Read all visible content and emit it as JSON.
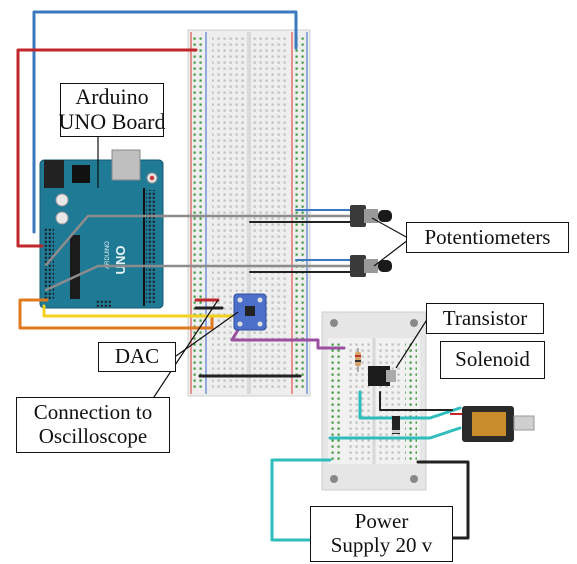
{
  "diagram": {
    "labels": {
      "arduino": [
        "Arduino",
        "UNO Board"
      ],
      "potentiometers": "Potentiometers",
      "transistor": "Transistor",
      "solenoid": "Solenoid",
      "dac": "DAC",
      "oscilloscope": [
        "Connection to",
        "Oscilloscope"
      ],
      "power_supply": [
        "Power",
        "Supply 20 v"
      ]
    },
    "board_text": {
      "arduino_logo": "UNO",
      "arduino_brand": "ARDUINO"
    },
    "colors": {
      "arduino_board": "#1f7a96",
      "breadboard": "#eeeeee",
      "breadboard_rail_red": "#d33",
      "breadboard_rail_blue": "#36c",
      "wire_red": "#c0262a",
      "wire_blue": "#3a78c0",
      "wire_grey": "#8c8c8c",
      "wire_orange": "#e07a1f",
      "wire_yellow": "#f2d21c",
      "wire_purple": "#9b4fa0",
      "wire_teal": "#2fbcbc",
      "wire_black": "#222222",
      "dac_board": "#4c6fc9",
      "solenoid_body": "#2a2a2a",
      "solenoid_coil": "#c88d2a"
    }
  }
}
